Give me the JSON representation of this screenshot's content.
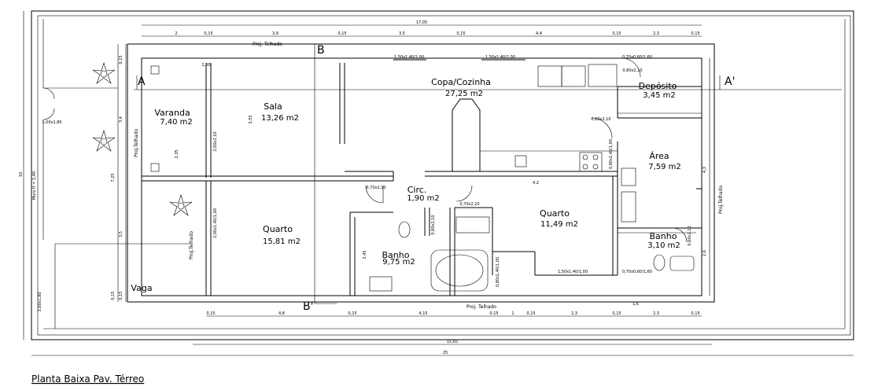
{
  "title": "Planta Baixa Pav. Térreo",
  "rooms": {
    "varanda": {
      "name": "Varanda",
      "area": "7,40 m2"
    },
    "sala": {
      "name": "Sala",
      "area": "13,26 m2"
    },
    "copa": {
      "name": "Copa/Cozinha",
      "area": "27,25 m2"
    },
    "deposito": {
      "name": "Depósito",
      "area": "3,45 m2"
    },
    "area": {
      "name": "Área",
      "area": "7,59 m2"
    },
    "circ": {
      "name": "Circ.",
      "area": "1,90 m2"
    },
    "quarto1": {
      "name": "Quarto",
      "area": "15,81 m2"
    },
    "quarto2": {
      "name": "Quarto",
      "area": "11,49 m2"
    },
    "banho1": {
      "name": "Banho",
      "area": "9,75 m2"
    },
    "banho2": {
      "name": "Banho",
      "area": "3,10 m2"
    },
    "vaga": {
      "name": "Vaga"
    }
  },
  "sections": {
    "a": "A",
    "a_prime": "A'",
    "b_top": "B",
    "b_bottom": "B'"
  },
  "labels": {
    "proj_telhado_top": "Proj. Telhado",
    "proj_telhado_bottom": "Proj. Telhado",
    "proj_telhado_left": "Proj.Telhado",
    "proj_telhado_left2": "Proj.Telhado",
    "proj_telhado_right": "Proj.Telhado"
  },
  "windows": {
    "copa1": "1,50x1,40/1,00",
    "copa2": "1,50x1,40/1,00",
    "deposito": "0,70x0,60/1,60",
    "deposito_door": "0,80x2,10",
    "area_door": "0,80x2,10",
    "area_win": "0,80x1,40/1,00",
    "sala_win": "2,00x2,10",
    "quarto1_win": "2,00x1,40/1,00",
    "circ_door": "0,70x2,10",
    "banho1_door": "0,80x2,10",
    "banho1_win": "0,80x1,40/1,00",
    "quarto2_door": "0,70x2,10",
    "quarto2_win": "1,50x1,40/1,00",
    "banho2_win": "0,70x0,60/1,60",
    "banho2_door": "0,60x2,10",
    "portao": "1,00x1,80",
    "vaga_gate": "3,00x1,80",
    "dim_245": "2,45",
    "dim_4_2": "4,2",
    "dim_355": "3,55",
    "dim_4_3": "4,3",
    "dim_2_6": "2,6",
    "dim_1_6": "1,6",
    "dim_235": "2,35",
    "dim_1_00": "1,00"
  },
  "dims": {
    "total_top": "17,05",
    "top": [
      "2",
      "0,15",
      "3,9",
      "0,15",
      "3,5",
      "0,15",
      "4,4",
      "0,15",
      "2,3",
      "0,15"
    ],
    "bottom": [
      "0,15",
      "4,8",
      "0,15",
      "4,15",
      "0,15",
      "1",
      "0,15",
      "2,3",
      "0,15",
      "2,3",
      "0,15"
    ],
    "total_bottom1": "15,65",
    "total_bottom2": "25",
    "left": [
      "10",
      "3,4",
      "7,25",
      "3,5"
    ],
    "muro": "Muro H = 1,40",
    "left_small": [
      "0,15",
      "0,15",
      "0,15"
    ]
  }
}
